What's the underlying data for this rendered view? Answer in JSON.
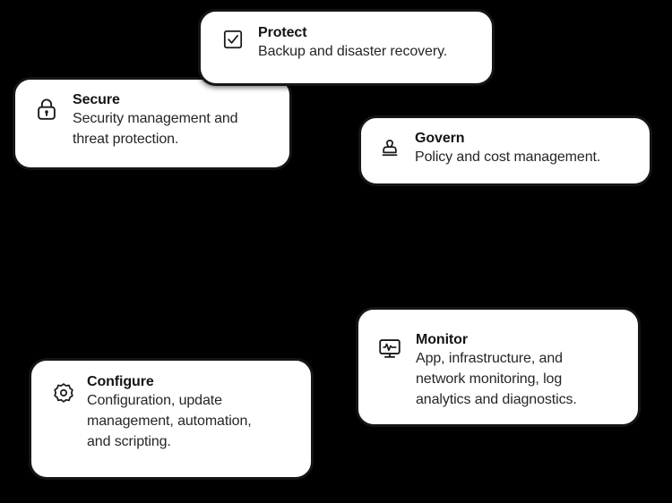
{
  "background_color": "#000000",
  "card_style": {
    "fill": "#ffffff",
    "border_color": "#151515",
    "title_color": "#141414",
    "text_color": "#262626"
  },
  "cards": [
    {
      "id": "secure",
      "icon": "padlock-icon",
      "title": "Secure",
      "description": "Security management and\nthreat protection."
    },
    {
      "id": "protect",
      "icon": "checkbox-checked-icon",
      "title": "Protect",
      "description": "Backup and disaster recovery."
    },
    {
      "id": "govern",
      "icon": "rubber-stamp-icon",
      "title": "Govern",
      "description": "Policy and cost management."
    },
    {
      "id": "monitor",
      "icon": "monitor-pulse-icon",
      "title": "Monitor",
      "description": "App, infrastructure, and\nnetwork monitoring, log\nanalytics and diagnostics."
    },
    {
      "id": "configure",
      "icon": "gear-icon",
      "title": "Configure",
      "description": "Configuration, update\nmanagement, automation,\nand scripting."
    }
  ]
}
